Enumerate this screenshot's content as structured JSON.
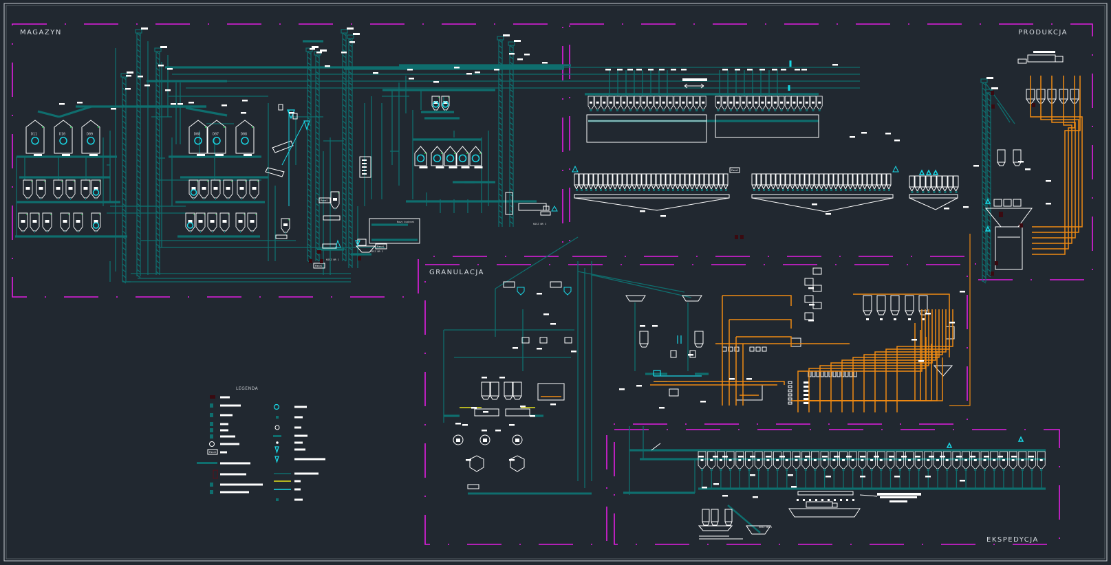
{
  "drawing": {
    "type": "process flow diagram",
    "zones": [
      {
        "id": "magazyn",
        "label": "MAGAZYN"
      },
      {
        "id": "produkcja",
        "label": "PRODUKCJA"
      },
      {
        "id": "granulacja",
        "label": "GRANULACJA"
      },
      {
        "id": "ekspedycja",
        "label": "EKSPEDYCJA"
      }
    ],
    "silo_tags": [
      "D11",
      "D10",
      "D09",
      "D08",
      "D07",
      "D08"
    ],
    "receiving_pits": [
      "KOSZ NR 1",
      "KOSZ NR 2",
      "KOSZ NR 3",
      "KOSZ NR 4"
    ],
    "panel_label": "Panel",
    "new_building_label": "Nowy budynek",
    "legend": {
      "title": "LEGENDA",
      "left_items": [
        {
          "symbol": "motor-block-icon"
        },
        {
          "symbol": "valve-icon"
        },
        {
          "symbol": "bucket-elevator-icon"
        },
        {
          "symbol": "screw-conveyor-icon"
        },
        {
          "symbol": "short-line-icon"
        },
        {
          "symbol": "diverter-icon"
        },
        {
          "symbol": "sieve-icon"
        },
        {
          "symbol": "panel-icon",
          "text": "Panel"
        },
        {
          "symbol": "chain-conveyor-icon"
        },
        {
          "symbol": "elevator-box-icon"
        },
        {
          "symbol": "level-sensor-icon"
        },
        {
          "symbol": "probe-icon"
        }
      ],
      "right_items": [
        {
          "symbol": "fan-icon"
        },
        {
          "symbol": "slide-gate-icon"
        },
        {
          "symbol": "magnet-icon"
        },
        {
          "symbol": "transport-pipe-icon"
        },
        {
          "symbol": "point-icon"
        },
        {
          "symbol": "cyclone-icon"
        },
        {
          "symbol": "filter-icon"
        },
        {
          "symbol": "teal-line-icon"
        },
        {
          "symbol": "yellow-line-icon"
        },
        {
          "symbol": "cyan-line-icon"
        },
        {
          "symbol": "nozzle-icon"
        }
      ]
    },
    "colors": {
      "background": "#212830",
      "frame": "#c9ced3",
      "zone_border": "#e21ee2",
      "pipe": "#0f6e6e",
      "pipe_dark": "#0c5a5a",
      "equipment": "#ffffff",
      "dosing": "#f08a12",
      "highlight": "#19d8e6",
      "yellow": "#e6e21e",
      "motor": "#3a0a10",
      "sensor": "#1fa84a"
    }
  }
}
